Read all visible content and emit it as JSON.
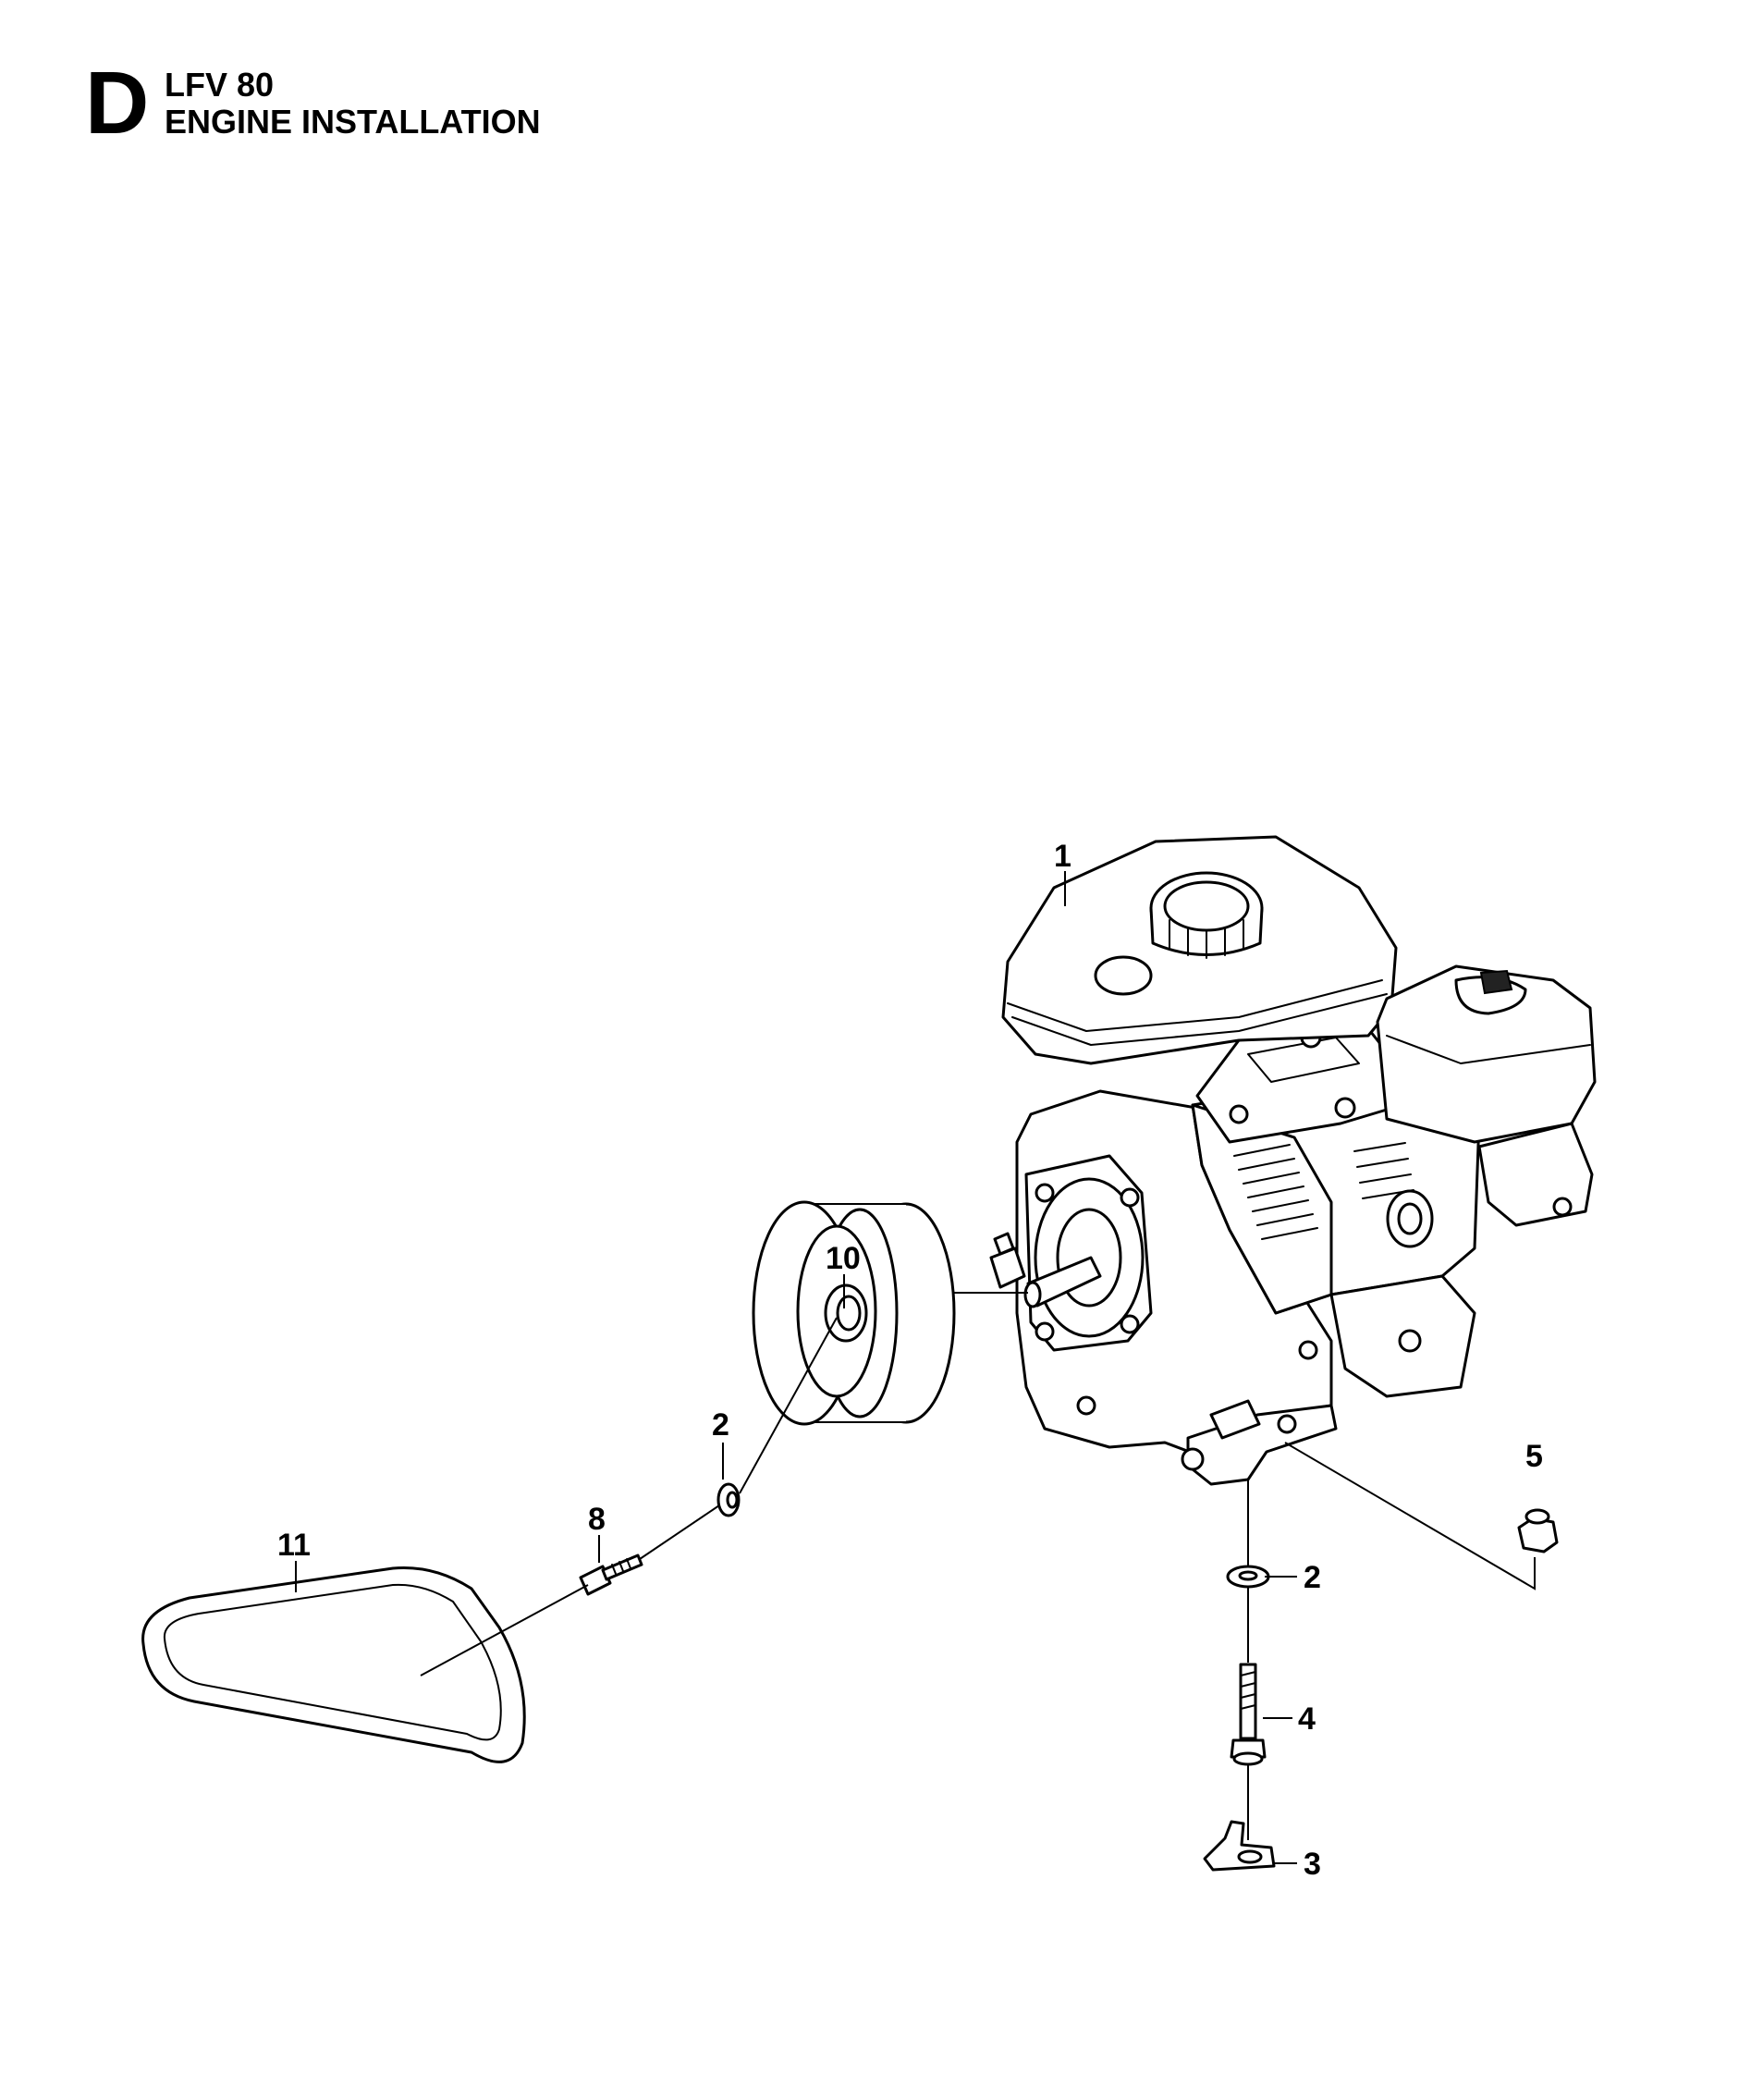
{
  "header": {
    "section_letter": "D",
    "model": "LFV 80",
    "title": "ENGINE INSTALLATION"
  },
  "callouts": {
    "engine": "1",
    "pulley": "10",
    "washer_pulley": "2",
    "screw_pulley": "8",
    "belt": "11",
    "nut": "5",
    "washer_base": "2",
    "bolt": "4",
    "plate": "3"
  }
}
